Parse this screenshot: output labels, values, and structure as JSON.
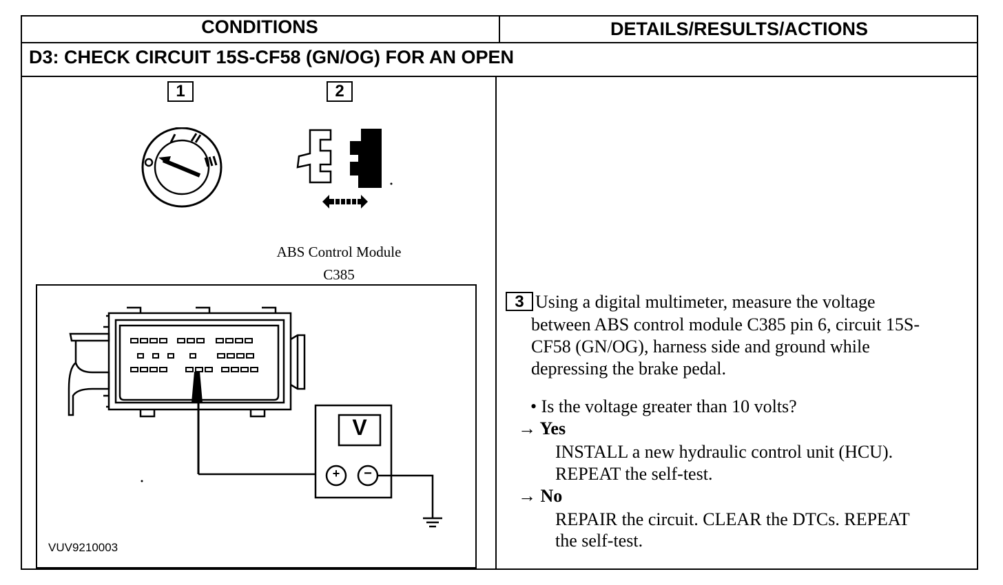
{
  "table": {
    "col_left_header": "CONDITIONS",
    "col_right_header": "DETAILS/RESULTS/ACTIONS",
    "step_title": "D3: CHECK CIRCUIT 15S-CF58 (GN/OG) FOR AN OPEN"
  },
  "conditions": {
    "step1_number": "1",
    "step2_number": "2",
    "connector_label_line1": "ABS Control Module",
    "connector_label_line2": "C385",
    "meter_symbol": "V",
    "meter_plus": "+",
    "meter_minus": "−",
    "figure_code": "VUV9210003",
    "icons": [
      "ignition-switch-icon",
      "connector-disconnect-icon",
      "ground-symbol-icon"
    ]
  },
  "actions": {
    "step3_number": "3",
    "instruction_lines": [
      "Using a digital multimeter, measure the voltage",
      "between ABS control module C385 pin 6, circuit 15S-",
      "CF58 (GN/OG), harness side and ground while",
      "depressing the brake pedal."
    ],
    "question": "• Is the voltage greater than 10 volts?",
    "yes_label": "→ Yes",
    "yes_lines": [
      "INSTALL a new hydraulic control unit (HCU).",
      "REPEAT the self-test."
    ],
    "no_label": "→ No",
    "no_lines": [
      "REPAIR the circuit. CLEAR the DTCs. REPEAT",
      "the self-test."
    ]
  }
}
